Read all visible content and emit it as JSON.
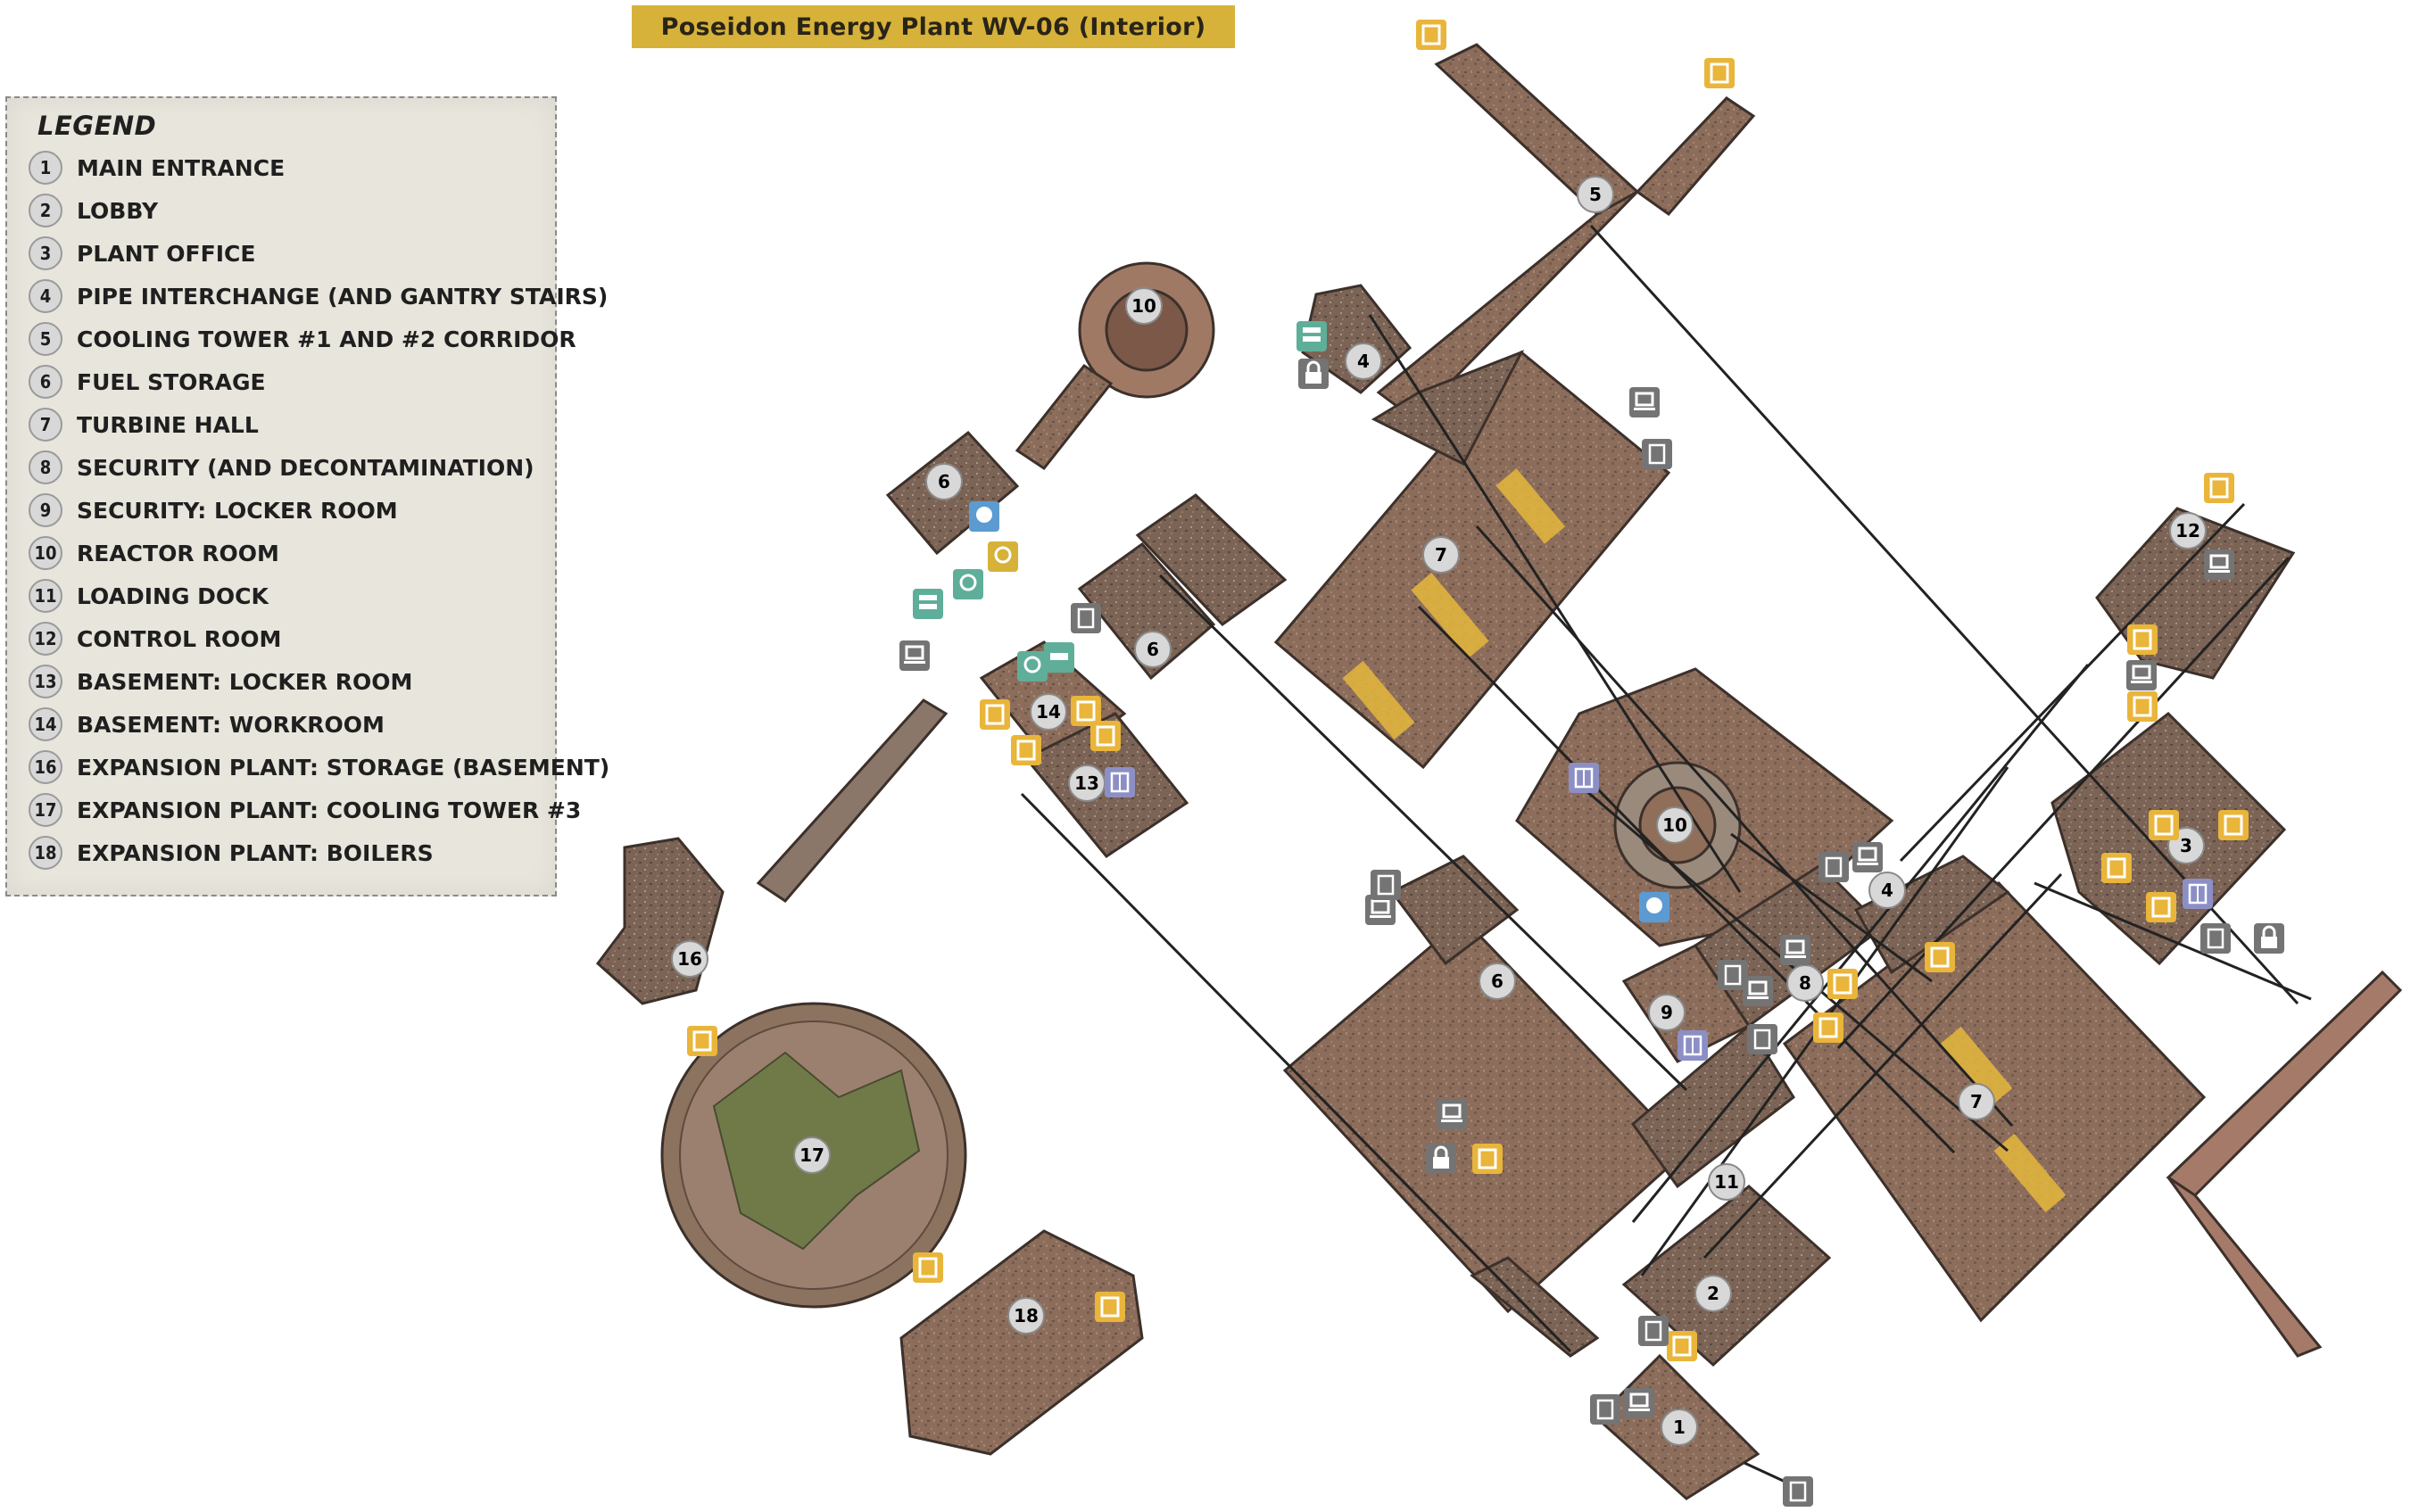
{
  "title": "Poseidon Energy Plant WV-06 (Interior)",
  "legend": {
    "heading": "LEGEND",
    "items": [
      {
        "num": "1",
        "label": "MAIN ENTRANCE"
      },
      {
        "num": "2",
        "label": "LOBBY"
      },
      {
        "num": "3",
        "label": "PLANT OFFICE"
      },
      {
        "num": "4",
        "label": "PIPE INTERCHANGE (AND GANTRY STAIRS)"
      },
      {
        "num": "5",
        "label": "COOLING TOWER #1 AND #2 CORRIDOR"
      },
      {
        "num": "6",
        "label": "FUEL STORAGE"
      },
      {
        "num": "7",
        "label": "TURBINE HALL"
      },
      {
        "num": "8",
        "label": "SECURITY (AND DECONTAMINATION)"
      },
      {
        "num": "9",
        "label": "SECURITY: LOCKER ROOM"
      },
      {
        "num": "10",
        "label": "REACTOR ROOM"
      },
      {
        "num": "11",
        "label": "LOADING DOCK"
      },
      {
        "num": "12",
        "label": "CONTROL ROOM"
      },
      {
        "num": "13",
        "label": "BASEMENT: LOCKER ROOM"
      },
      {
        "num": "14",
        "label": "BASEMENT: WORKROOM"
      },
      {
        "num": "16",
        "label": "EXPANSION PLANT: STORAGE (BASEMENT)"
      },
      {
        "num": "17",
        "label": "EXPANSION PLANT: COOLING TOWER #3"
      },
      {
        "num": "18",
        "label": "EXPANSION PLANT: BOILERS"
      }
    ]
  },
  "map_markers": [
    "1",
    "2",
    "3",
    "4",
    "4",
    "5",
    "6",
    "6",
    "6",
    "7",
    "7",
    "8",
    "9",
    "10",
    "10",
    "11",
    "12",
    "13",
    "14",
    "16",
    "17",
    "18"
  ],
  "icon_types": {
    "holotape": "holotape-icon",
    "terminal": "terminal-icon",
    "lock": "lock-icon",
    "magazine": "magazine-icon",
    "note": "note-icon",
    "bobblehead": "bobblehead-icon",
    "power_armor": "power-armor-icon",
    "workbench": "workbench-icon"
  },
  "colors": {
    "title_bg": "#d6b23a",
    "legend_bg": "#e7e5dc",
    "floor": "#8c6d5b",
    "floor_dark": "#5f4e42",
    "walkway": "#b07f6a",
    "tower_floor": "#9a7a5f",
    "holotape_icon": "#e9b53a",
    "gray_icon": "#747474",
    "teal_icon": "#5fae9a",
    "blue_icon": "#8c8fc5",
    "bobble_icon": "#5c9bd1"
  }
}
